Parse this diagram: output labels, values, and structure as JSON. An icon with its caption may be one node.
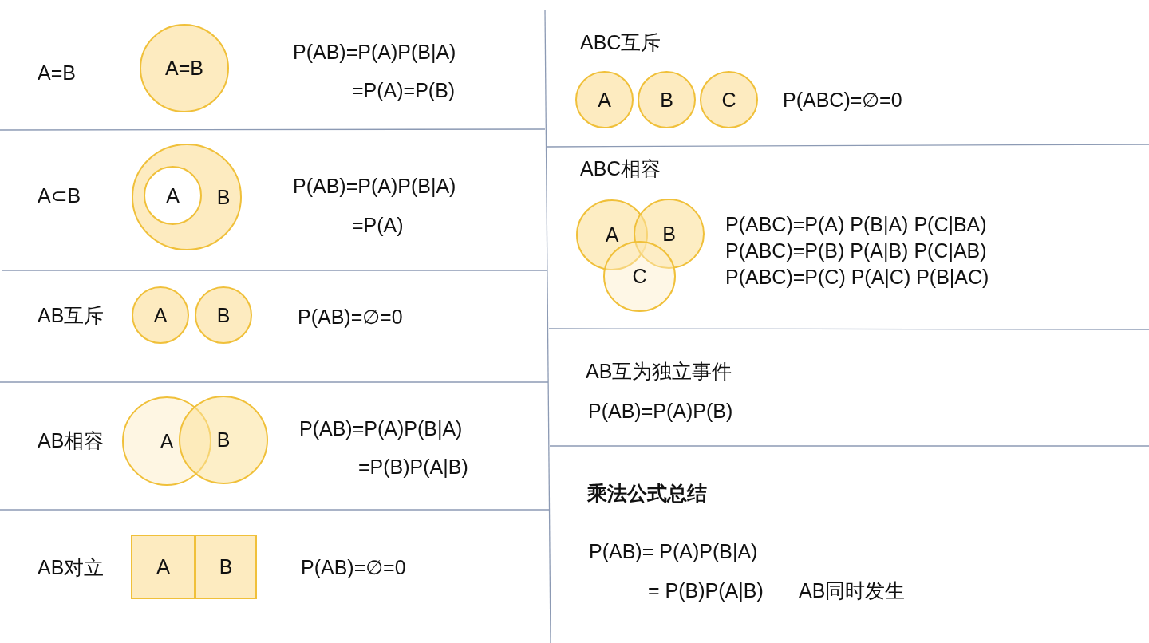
{
  "diagram": {
    "nodes": [
      {
        "text": [
          "A=B"
        ]
      },
      {
        "text": [
          "B"
        ]
      },
      {
        "text": [
          "A"
        ],
        "in": 1
      },
      {
        "text": [
          "A"
        ]
      },
      {
        "text": [
          "B"
        ]
      },
      {
        "text": [
          "A"
        ]
      },
      {
        "text": [
          "B"
        ]
      },
      {
        "text": [
          "A"
        ]
      },
      {
        "text": [
          "B"
        ]
      },
      {
        "text": [
          "A"
        ]
      },
      {
        "text": [
          "B"
        ]
      },
      {
        "text": [
          "C"
        ]
      },
      {
        "text": [
          "A"
        ]
      },
      {
        "text": [
          "B"
        ]
      },
      {
        "text": [
          "C"
        ]
      }
    ],
    "labels": [
      "A=B",
      "P(AB)=P(A)P(B|A)",
      "=P(A)=P(B)",
      "A⊂B",
      "P(AB)=P(A)P(B|A)",
      "=P(A)",
      "AB互斥",
      "P(AB)=∅=0",
      "AB相容",
      "P(AB)=P(A)P(B|A)",
      "=P(B)P(A|B)",
      "AB对立",
      "P(AB)=∅=0",
      "ABC互斥",
      "P(ABC)=∅=0",
      "ABC相容",
      "P(ABC)=P(A) P(B|A) P(C|BA)",
      "P(ABC)=P(B) P(A|B) P(C|AB)",
      "P(ABC)=P(C) P(A|C) P(B|AC)",
      "AB互为独立事件",
      "P(AB)=P(A)P(B)",
      "乘法公式总结",
      "P(AB)= P(A)P(B|A)",
      "= P(B)P(A|B)",
      "AB同时发生"
    ]
  }
}
